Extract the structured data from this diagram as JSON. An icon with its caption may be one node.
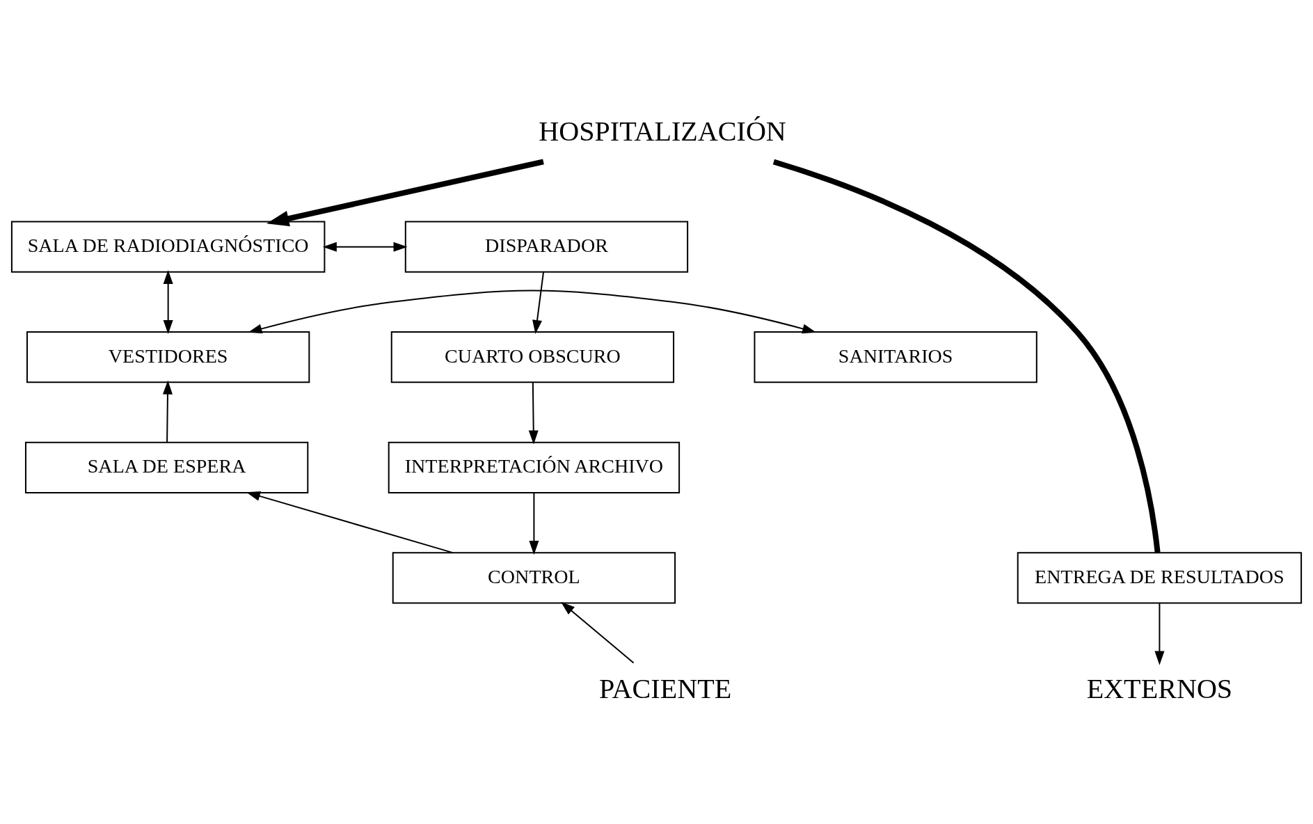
{
  "diagram": {
    "nodes": [
      {
        "text": [
          "HOSPITALIZACIÓN"
        ]
      },
      {
        "text": [
          "SALA DE RADIODIAGNÓSTICO"
        ]
      },
      {
        "text": [
          "DISPARADOR"
        ]
      },
      {
        "text": [
          "SANITARIOS"
        ]
      },
      {
        "text": [
          "VESTIDORES"
        ]
      },
      {
        "text": [
          "CUARTO OBSCURO"
        ]
      },
      {
        "text": [
          "SALA DE ESPERA"
        ]
      },
      {
        "text": [
          "INTERPRETACIÓN ARCHIVO"
        ]
      },
      {
        "text": [
          "ENTREGA DE RESULTADOS"
        ]
      },
      {
        "text": [
          "CONTROL"
        ]
      },
      {
        "text": [
          "EXTERNOS"
        ]
      },
      {
        "text": [
          "PACIENTE"
        ]
      }
    ],
    "edges": [
      {
        "from": 0,
        "to": 1,
        "arrow": "to",
        "style": "thick"
      },
      {
        "from": 1,
        "to": 2,
        "arrow": "both"
      },
      {
        "from": 2,
        "to": 5,
        "arrow": "to"
      },
      {
        "from": 5,
        "to": 7,
        "arrow": "to"
      },
      {
        "from": 7,
        "to": 9,
        "arrow": "to"
      },
      {
        "from": 9,
        "to": 6,
        "arrow": "to"
      },
      {
        "from": 6,
        "to": 4,
        "arrow": "to"
      },
      {
        "from": 1,
        "to": 4,
        "arrow": "both"
      },
      {
        "from": 3,
        "to": 4,
        "arrow": "both"
      },
      {
        "from": 11,
        "to": 9,
        "arrow": "to"
      },
      {
        "from": 8,
        "to": 10,
        "arrow": "to"
      },
      {
        "from": 0,
        "to": 8,
        "arrow": "none",
        "style": "thick"
      }
    ]
  }
}
